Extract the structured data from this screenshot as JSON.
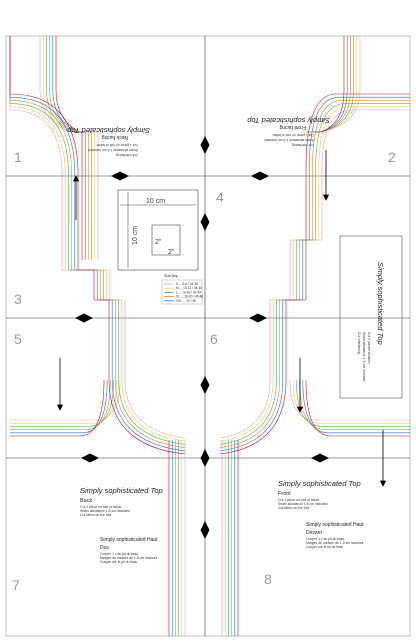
{
  "pages": [
    "1",
    "2",
    "3",
    "4",
    "5",
    "6",
    "7",
    "8"
  ],
  "colors": {
    "size_lines": [
      "#e6a0d2",
      "#f2d23b",
      "#4fb463",
      "#f0842a",
      "#2a6fd9",
      "#c8102e"
    ],
    "diamond": "#000000",
    "frame": "#9a9a9a"
  },
  "scale": {
    "h_label": "10 cm",
    "v_label": "10 cm",
    "inner_h": "2\"",
    "inner_v": "2\""
  },
  "legend": {
    "heading": "Size key",
    "rows": [
      "S ... 6-8 / 34-36",
      "M ... 10-12 / 38-40",
      "L ... 14-16 / 42-44",
      "XL ... 18-20 / 46-48",
      "XXL ... 22 / 50"
    ]
  },
  "back_label": {
    "title": "Simply sophisticated Top",
    "piece": "Back",
    "lines": [
      "Cut 1 piece on fold of fabric",
      "Seam allowance 1.5 cm included",
      "Cut fabric on the fold"
    ],
    "translated_title": "Simply sophisticated Haut",
    "translated_piece": "Dos",
    "translated_lines": [
      "Couper 1 x au pli du tissu",
      "Marges de couture de 1,5 cm incluses",
      "Couper sur le pli du tissu"
    ]
  },
  "front_label": {
    "title": "Simply sophisticated Top",
    "piece": "Front",
    "lines": [
      "Cut 1 piece on fold of fabric",
      "Seam allowance 1.5 cm included",
      "Cut fabric on the fold"
    ],
    "translated_title": "Simply sophisticated Haut",
    "translated_piece": "Devant",
    "translated_lines": [
      "Couper 1 x au pli du tissu",
      "Marges de couture de 1,5 cm incluses",
      "Couper sur le pli du tissu"
    ]
  },
  "top_left_label": {
    "title": "Simply sophisticated Top",
    "piece": "Neck facing",
    "lines": [
      "Cut 1 piece on fold of fabric",
      "Seam allowance 1.5 cm included",
      "Cut interfacing"
    ]
  },
  "top_right_label": {
    "title": "Simply sophisticated Top",
    "piece": "Front facing",
    "lines": [
      "Cut 1 piece on fold of fabric",
      "Seam allowance 1.5 cm included",
      "Cut interfacing"
    ]
  },
  "side_label": {
    "title": "Simply sophisticated Top",
    "lines": [
      "Cut 2 pieces of fabric",
      "Seam allowance 1.5 cm included",
      "Cut interfacing"
    ]
  }
}
